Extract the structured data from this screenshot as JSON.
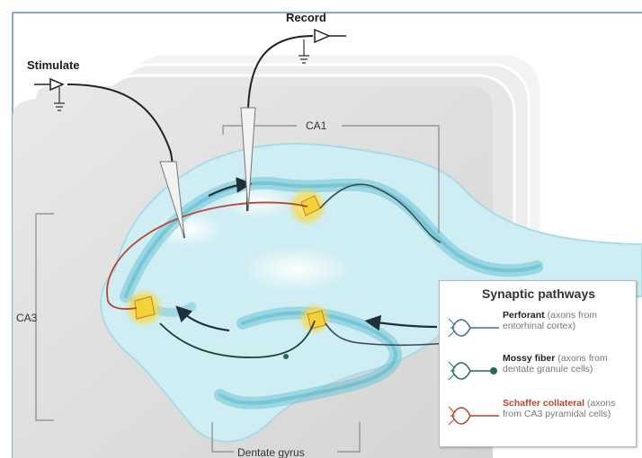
{
  "labels": {
    "stimulate": "Stimulate",
    "record": "Record",
    "ca1": "CA1",
    "ca3": "CA3",
    "dentate_gyrus": "Dentate gyrus"
  },
  "legend": {
    "title": "Synaptic pathways",
    "items": [
      {
        "name": "Perforant",
        "desc": "(axons from entorhinal cortex)",
        "icon": "perforant-neuron-icon",
        "color": "#3a6ea5"
      },
      {
        "name": "Mossy fiber",
        "desc": "(axons from dentate granule cells)",
        "icon": "mossy-fiber-neuron-icon",
        "color": "#1f6e52"
      },
      {
        "name": "Schaffer collateral",
        "desc": "(axons from CA3 pyramidal cells)",
        "icon": "schaffer-collateral-neuron-icon",
        "color": "#b8452f"
      }
    ]
  },
  "colors": {
    "perforant": "#3a6ea5",
    "mossy_fiber": "#1f6e52",
    "schaffer_collateral": "#b8452f",
    "tissue": "#cfeef3",
    "cell_layer": "#6fc4d4",
    "synapse": "#f3d23a",
    "border": "#5b8fd6"
  }
}
